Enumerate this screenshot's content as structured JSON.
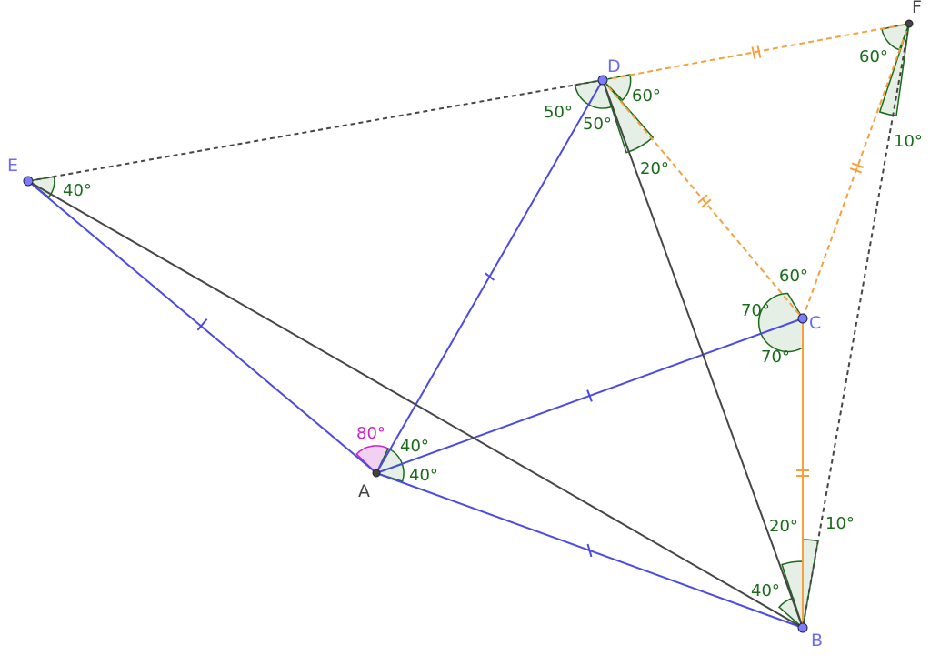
{
  "colors": {
    "blue": "#4a4ae6",
    "dark": "#464646",
    "orange": "#f5a03c",
    "green": "#1a6b1a",
    "green_fill": "#e2ede2",
    "magenta": "#cc22cc",
    "magenta_fill": "#f0d2f0",
    "point_fill": "#7c7cff",
    "point_label_blue": "#6c6cf0",
    "point_label_dark": "#444444"
  },
  "points": {
    "A": {
      "label": "A"
    },
    "B": {
      "label": "B"
    },
    "C": {
      "label": "C"
    },
    "D": {
      "label": "D"
    },
    "E": {
      "label": "E"
    },
    "F": {
      "label": "F"
    }
  },
  "angles": {
    "A_EAD": "80°",
    "A_DAC": "40°",
    "A_CAB": "40°",
    "E": "40°",
    "D_left": "50°",
    "D_mid": "50°",
    "D_right": "60°",
    "D_lower": "20°",
    "F_top": "60°",
    "F_side": "10°",
    "C_top": "60°",
    "C_left": "70°",
    "C_bottom": "70°",
    "B_left": "20°",
    "B_right": "10°",
    "B_lower": "40°"
  }
}
